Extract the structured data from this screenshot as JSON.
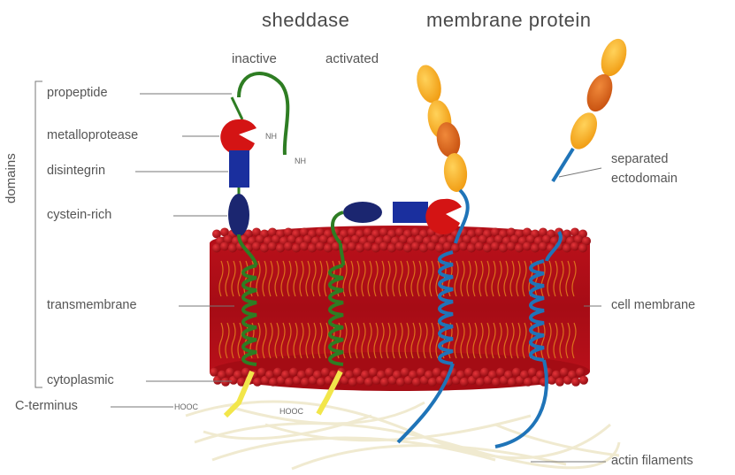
{
  "headers": {
    "sheddase": "sheddase",
    "membrane_protein": "membrane protein",
    "inactive": "inactive",
    "activated": "activated"
  },
  "domains": {
    "title": "domains",
    "items": [
      "propeptide",
      "metalloprotease",
      "disintegrin",
      "cystein-rich",
      "transmembrane",
      "cytoplasmic"
    ]
  },
  "c_terminus": "C-terminus",
  "terminal_marks": {
    "nh_top": "NH",
    "nh_bottom": "NH",
    "cooh_left": "HOOC",
    "cooh_mid": "HOOC"
  },
  "right_labels": {
    "separated_line1": "separated",
    "separated_line2": "ectodomain",
    "cell_membrane": "cell membrane",
    "actin_filaments": "actin filaments"
  },
  "colors": {
    "membrane_red": "#c4121b",
    "lipid_tails": "#e07a1e",
    "sheddase_green": "#2e7d23",
    "metalloprotease_red": "#d41414",
    "disintegrin_blue": "#1a2f9e",
    "cystein_navy": "#1b2670",
    "protein_blue": "#1f74b8",
    "ecto_orange": "#f3a21a",
    "ecto_dark": "#d9621a",
    "cytoplasmic_yellow": "#f2e64a",
    "actin": "#efe8cc"
  }
}
